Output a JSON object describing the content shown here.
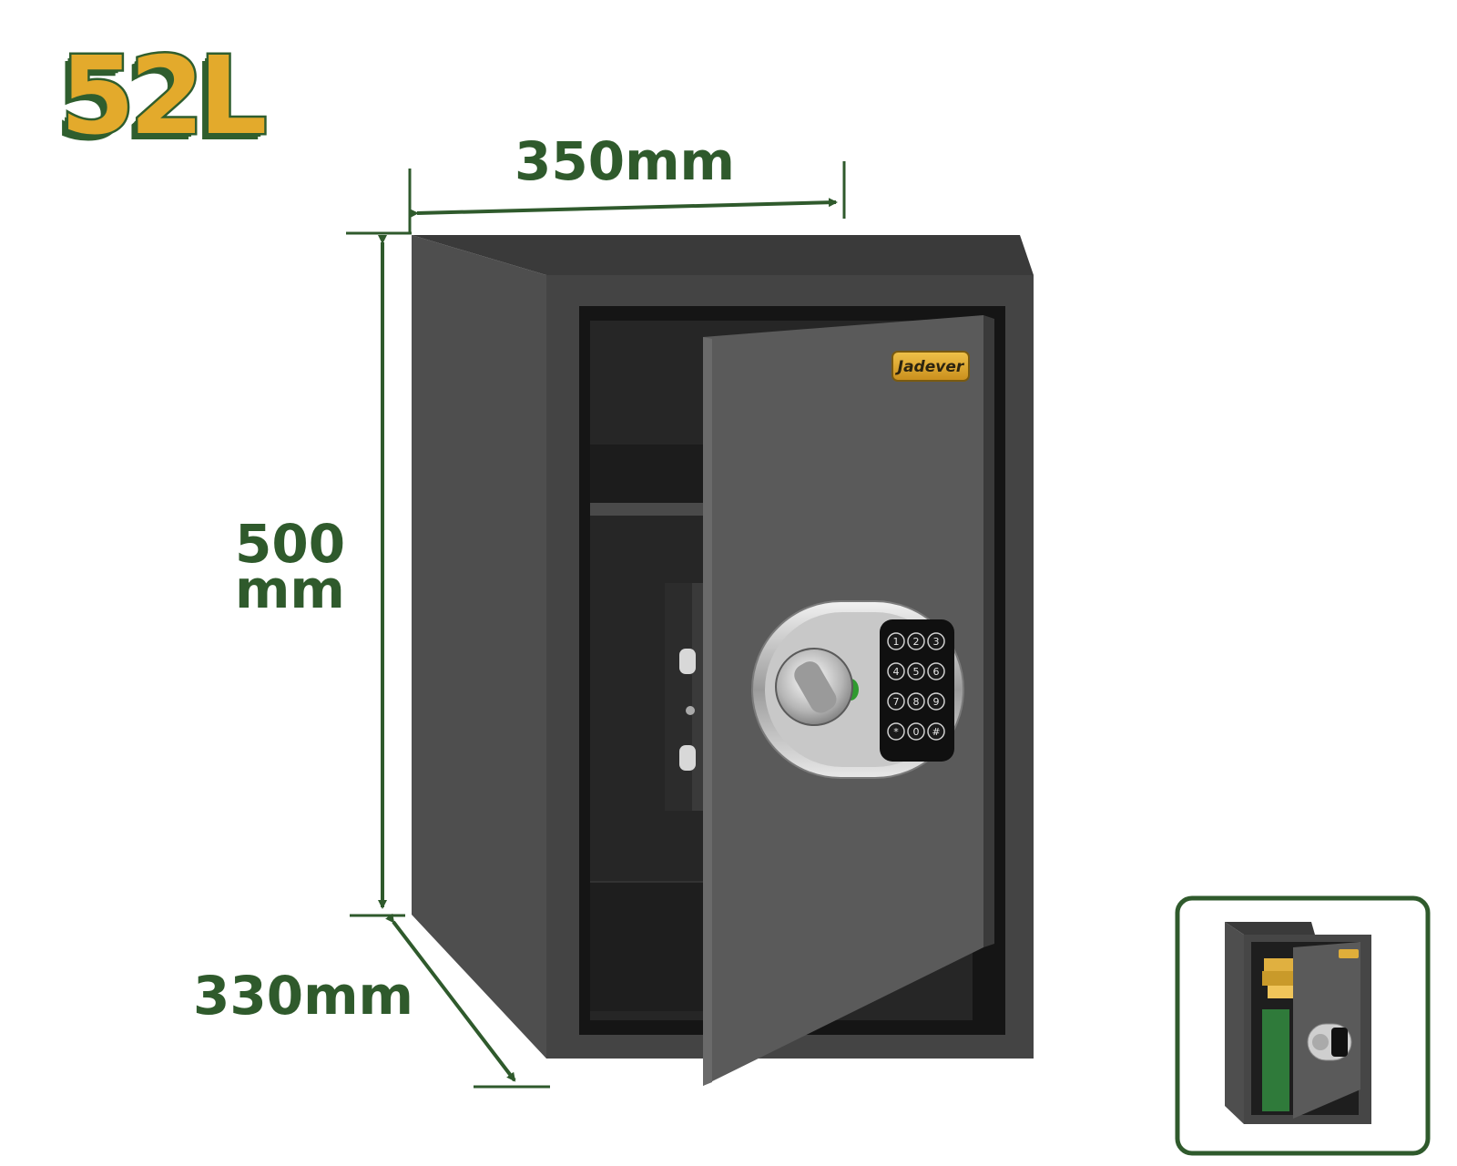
{
  "capacity_badge": "52L",
  "dimensions": {
    "width": "350mm",
    "height_value": "500",
    "height_unit": "mm",
    "depth": "330mm"
  },
  "brand": "Jadever",
  "keypad_keys": [
    "1",
    "2",
    "3",
    "4",
    "5",
    "6",
    "7",
    "8",
    "9",
    "*",
    "0",
    "#"
  ],
  "colors": {
    "accent_green": "#2f5a2c",
    "badge_gold": "#e3aa2c",
    "safe_body": "#4a4a4a"
  }
}
